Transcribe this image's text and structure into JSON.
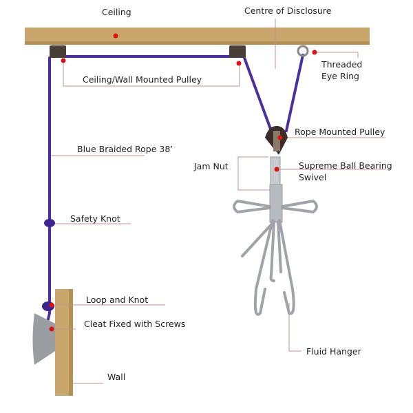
{
  "labels": {
    "ceiling": "Ceiling",
    "centre": "Centre of Disclosure",
    "eye_ring_1": "Threaded",
    "eye_ring_2": "Eye Ring",
    "wall_pulley": "Ceiling/Wall Mounted Pulley",
    "rope_pulley": "Rope Mounted Pulley",
    "rope": "Blue Braided Rope 38’",
    "jam_nut": "Jam Nut",
    "swivel_1": "Supreme Ball Bearing",
    "swivel_2": "Swivel",
    "safety_knot": "Safety Knot",
    "loop_knot": "Loop and Knot",
    "cleat": "Cleat Fixed with Screws",
    "fluid_hanger": "Fluid Hanger",
    "wall": "Wall"
  },
  "colors": {
    "rope": "#4a2fa0",
    "wood": "#c9a66b",
    "marker": "#e01010",
    "leader": "#c49090",
    "metal": "#a0a4a8"
  }
}
